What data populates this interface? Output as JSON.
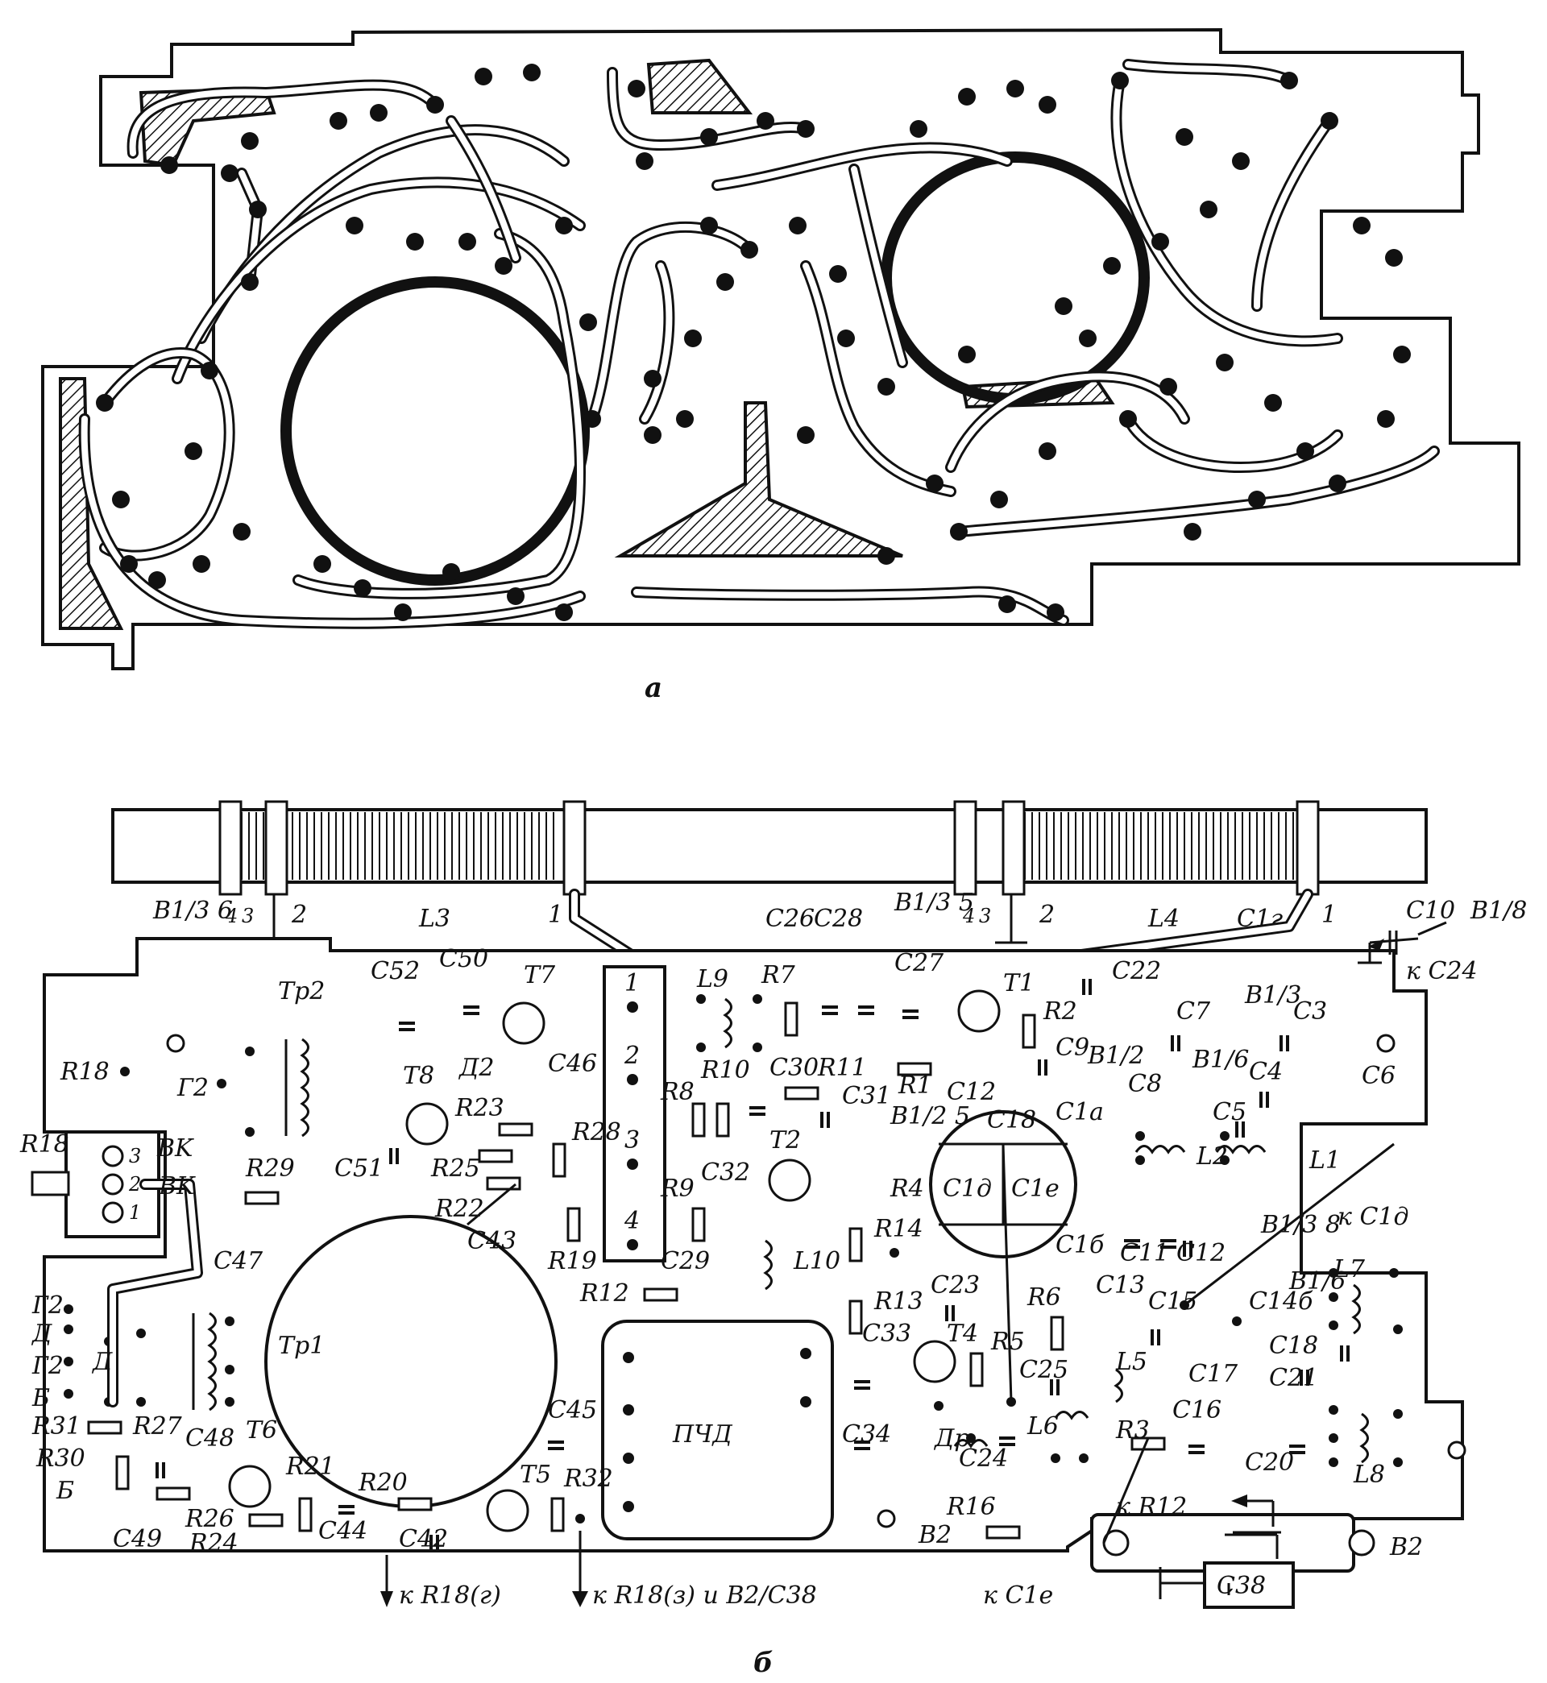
{
  "panel_a": {
    "caption": "а"
  },
  "panel_b": {
    "caption": "б",
    "ferrite_rod": {
      "coil_left": "L3",
      "coil_right": "L4",
      "taps_left": [
        "4",
        "3",
        "2",
        "1"
      ],
      "taps_right": [
        "4",
        "3",
        "2",
        "1"
      ],
      "switch_left": "B1/3 6",
      "switch_right": "B1/3 5",
      "cap_c1g": "C1г"
    },
    "labels": [
      {
        "id": "c10",
        "text": "C10"
      },
      {
        "id": "b1-8",
        "text": "B1/8"
      },
      {
        "id": "k-c24",
        "text": "к C24"
      },
      {
        "id": "c26",
        "text": "C26"
      },
      {
        "id": "c28",
        "text": "C28"
      },
      {
        "id": "c27",
        "text": "C27"
      },
      {
        "id": "c52",
        "text": "C52"
      },
      {
        "id": "c50",
        "text": "C50"
      },
      {
        "id": "t7",
        "text": "T7"
      },
      {
        "id": "tr2",
        "text": "Tp2"
      },
      {
        "id": "r18-top",
        "text": "R18"
      },
      {
        "id": "g2-top",
        "text": "Г2"
      },
      {
        "id": "t8",
        "text": "T8"
      },
      {
        "id": "d2",
        "text": "Д2"
      },
      {
        "id": "c46",
        "text": "C46"
      },
      {
        "id": "r23",
        "text": "R23"
      },
      {
        "id": "r28",
        "text": "R28"
      },
      {
        "id": "c51",
        "text": "C51"
      },
      {
        "id": "r25",
        "text": "R25"
      },
      {
        "id": "r18-left",
        "text": "R18"
      },
      {
        "id": "bk-1",
        "text": "BK"
      },
      {
        "id": "bk-2",
        "text": "BK"
      },
      {
        "id": "r29",
        "text": "R29"
      },
      {
        "id": "r22",
        "text": "R22"
      },
      {
        "id": "c43",
        "text": "C43"
      },
      {
        "id": "r19",
        "text": "R19"
      },
      {
        "id": "c47",
        "text": "C47"
      },
      {
        "id": "tr1",
        "text": "Tp1"
      },
      {
        "id": "l9",
        "text": "L9"
      },
      {
        "id": "r7",
        "text": "R7"
      },
      {
        "id": "r10",
        "text": "R10"
      },
      {
        "id": "c30",
        "text": "C30"
      },
      {
        "id": "r11",
        "text": "R11"
      },
      {
        "id": "r8",
        "text": "R8"
      },
      {
        "id": "c31",
        "text": "C31"
      },
      {
        "id": "t2",
        "text": "T2"
      },
      {
        "id": "c32",
        "text": "C32"
      },
      {
        "id": "r9",
        "text": "R9"
      },
      {
        "id": "l10",
        "text": "L10"
      },
      {
        "id": "c29",
        "text": "C29"
      },
      {
        "id": "r12",
        "text": "R12"
      },
      {
        "id": "r1",
        "text": "R1"
      },
      {
        "id": "b1-2-5",
        "text": "B1/2 5"
      },
      {
        "id": "r4",
        "text": "R4"
      },
      {
        "id": "r14",
        "text": "R14"
      },
      {
        "id": "r13",
        "text": "R13"
      },
      {
        "id": "c33",
        "text": "C33"
      },
      {
        "id": "c23",
        "text": "C23"
      },
      {
        "id": "t4",
        "text": "T4"
      },
      {
        "id": "r5",
        "text": "R5"
      },
      {
        "id": "c34",
        "text": "C34"
      },
      {
        "id": "dr",
        "text": "Др"
      },
      {
        "id": "pchd",
        "text": "ПЧД"
      },
      {
        "id": "c45",
        "text": "C45"
      },
      {
        "id": "t5",
        "text": "T5"
      },
      {
        "id": "r32",
        "text": "R32"
      },
      {
        "id": "r20",
        "text": "R20"
      },
      {
        "id": "r21",
        "text": "R21"
      },
      {
        "id": "c44",
        "text": "C44"
      },
      {
        "id": "c42",
        "text": "C42"
      },
      {
        "id": "t6",
        "text": "T6"
      },
      {
        "id": "r31",
        "text": "R31"
      },
      {
        "id": "r27",
        "text": "R27"
      },
      {
        "id": "c48",
        "text": "C48"
      },
      {
        "id": "r30",
        "text": "R30"
      },
      {
        "id": "r26",
        "text": "R26"
      },
      {
        "id": "c49",
        "text": "C49"
      },
      {
        "id": "r24",
        "text": "R24"
      },
      {
        "id": "t1",
        "text": "T1"
      },
      {
        "id": "r2",
        "text": "R2"
      },
      {
        "id": "c22",
        "text": "C22"
      },
      {
        "id": "c9",
        "text": "C9"
      },
      {
        "id": "c12-top",
        "text": "C12"
      },
      {
        "id": "c18-top",
        "text": "C18"
      },
      {
        "id": "c1a",
        "text": "C1a"
      },
      {
        "id": "c1d-in",
        "text": "C1д"
      },
      {
        "id": "c1e-in",
        "text": "C1e"
      },
      {
        "id": "c1b",
        "text": "C1б"
      },
      {
        "id": "b1-2",
        "text": "B1/2"
      },
      {
        "id": "c7",
        "text": "C7"
      },
      {
        "id": "b1-3",
        "text": "B1/3"
      },
      {
        "id": "c3",
        "text": "C3"
      },
      {
        "id": "c8",
        "text": "C8"
      },
      {
        "id": "b1-6",
        "text": "B1/6"
      },
      {
        "id": "c4",
        "text": "C4"
      },
      {
        "id": "c6",
        "text": "C6"
      },
      {
        "id": "c5",
        "text": "C5"
      },
      {
        "id": "l2",
        "text": "L2"
      },
      {
        "id": "l1",
        "text": "L1"
      },
      {
        "id": "c11",
        "text": "C11"
      },
      {
        "id": "c12",
        "text": "C12"
      },
      {
        "id": "c13",
        "text": "C13"
      },
      {
        "id": "c15",
        "text": "C15"
      },
      {
        "id": "c14b",
        "text": "C14б"
      },
      {
        "id": "b1-3-8",
        "text": "B1/3 8"
      },
      {
        "id": "b1-6-side",
        "text": "B1/6"
      },
      {
        "id": "k-c1d",
        "text": "к C1д"
      },
      {
        "id": "l7",
        "text": "L7"
      },
      {
        "id": "r6",
        "text": "R6"
      },
      {
        "id": "c25",
        "text": "C25"
      },
      {
        "id": "l5",
        "text": "L5"
      },
      {
        "id": "c17",
        "text": "C17"
      },
      {
        "id": "c21",
        "text": "C21"
      },
      {
        "id": "c18",
        "text": "C18"
      },
      {
        "id": "c16",
        "text": "C16"
      },
      {
        "id": "l6",
        "text": "L6"
      },
      {
        "id": "c24",
        "text": "C24"
      },
      {
        "id": "c20",
        "text": "C20"
      },
      {
        "id": "l8",
        "text": "L8"
      },
      {
        "id": "r3",
        "text": "R3"
      },
      {
        "id": "r16",
        "text": "R16"
      },
      {
        "id": "b2-left",
        "text": "B2"
      },
      {
        "id": "k-r12",
        "text": "к R12"
      },
      {
        "id": "b2-right",
        "text": "B2"
      },
      {
        "id": "k-c1e",
        "text": "к C1e"
      },
      {
        "id": "c38",
        "text": "C38"
      },
      {
        "id": "g2-a",
        "text": "Г2"
      },
      {
        "id": "d-a",
        "text": "Д"
      },
      {
        "id": "g2-b",
        "text": "Г2"
      },
      {
        "id": "d-b",
        "text": "Д"
      },
      {
        "id": "b-a",
        "text": "Б"
      },
      {
        "id": "b-b",
        "text": "Б"
      }
    ],
    "switch_block": [
      "1",
      "2",
      "3",
      "4"
    ],
    "arrows": [
      {
        "id": "to-r18-g",
        "text": "к R18(г)"
      },
      {
        "id": "to-r18-3",
        "text": "к R18(з) и B2/C38"
      }
    ]
  }
}
